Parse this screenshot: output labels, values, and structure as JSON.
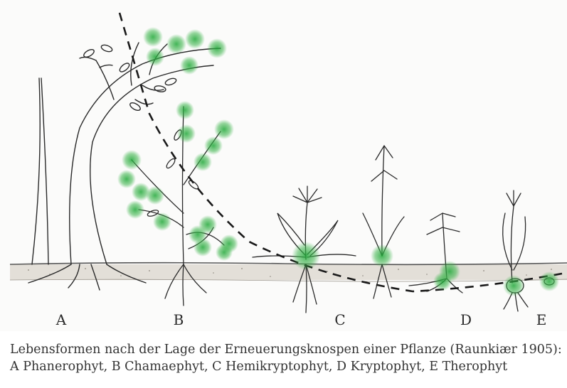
{
  "figure": {
    "life_forms": [
      {
        "letter": "A"
      },
      {
        "letter": "B"
      },
      {
        "letter": "C"
      },
      {
        "letter": "D"
      },
      {
        "letter": "E"
      }
    ],
    "colors": {
      "bud_highlight": "#3cb44b",
      "ink": "#2a2a2a",
      "soil": "#d9d4cc"
    }
  },
  "caption": {
    "line1": "Lebensformen nach der Lage der Erneuerungsknospen einer Pflanze (Raunkiær 1905):",
    "line2": "A Phanerophyt, B Chamaephyt, C Hemikryptophyt, D Kryptophyt, E Therophyt"
  }
}
